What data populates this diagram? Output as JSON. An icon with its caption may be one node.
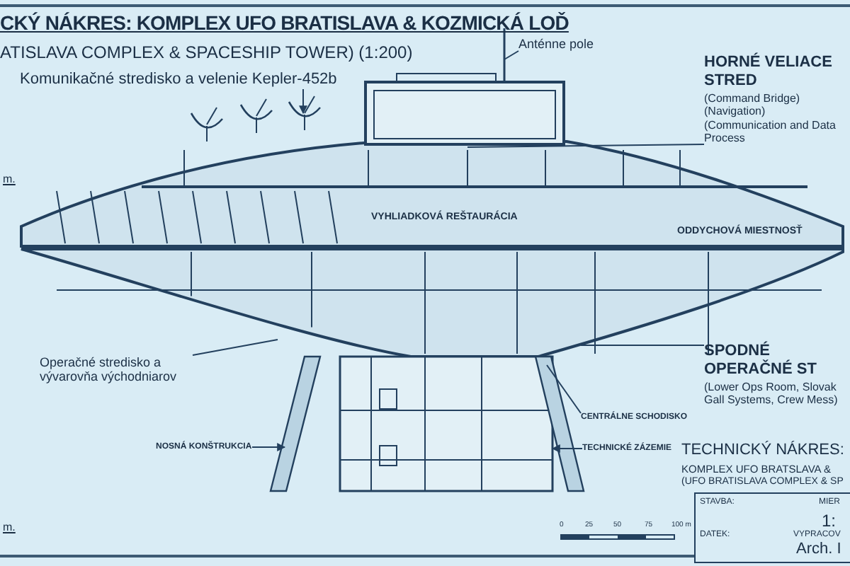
{
  "diagram": {
    "title": "CKÝ NÁKRES: KOMPLEX UFO BRATISLAVA & KOZMICKÁ LOĎ",
    "nodes": [
      {
        "text": [
          "Anténne pole"
        ]
      },
      {
        "text": [
          "Komunikačné stredisko a velenie Kepler-452b"
        ]
      },
      {
        "text": [
          "HORNÉ VELIACE STRED",
          "(Command Bridge)",
          "(Navigation)",
          "(Communication and Data Process"
        ]
      },
      {
        "text": [
          "Operačné stredisko a vývarovňa východniarov"
        ]
      },
      {
        "text": [
          "SPODNÉ OPERAČNÉ ST",
          "(Lower Ops Room, Slovak Gall Systems, Crew Mess)"
        ]
      },
      {
        "text": [
          "NOSNÁ KONŠTRUKCIA"
        ]
      },
      {
        "text": [
          "CENTRÁLNE SCHODISKO"
        ]
      },
      {
        "text": [
          "TECHNICKÉ ZÁZEMIE"
        ]
      }
    ],
    "edges": [
      {
        "from": 0,
        "to": null,
        "arrow": "none"
      },
      {
        "from": 1,
        "to": null,
        "arrow": "to"
      },
      {
        "from": 2,
        "to": null,
        "arrow": "none"
      },
      {
        "from": 3,
        "to": null,
        "arrow": "none"
      },
      {
        "from": 4,
        "to": null,
        "arrow": "none"
      },
      {
        "from": 5,
        "to": null,
        "arrow": "to"
      },
      {
        "from": 6,
        "to": null,
        "arrow": "none"
      },
      {
        "from": 7,
        "to": null,
        "arrow": "to"
      }
    ],
    "labels": [
      "ATISLAVA COMPLEX & SPACESHIP TOWER) (1:200)",
      "m.",
      "VYHLIADKOVÁ REŠTAURÁCIA",
      "ODDYCHOVÁ MIESTNOSŤ",
      "m.",
      "TECHNICKÝ NÁKRES:",
      "KOMPLEX UFO BRATSLAVA &",
      "(UFO BRATISLAVA COMPLEX & SP",
      "STAVBA:",
      "MIER",
      "1:",
      "DATEK:",
      "VYPRACOV",
      "Arch. I",
      "0",
      "25",
      "50",
      "75",
      "100 m"
    ]
  }
}
